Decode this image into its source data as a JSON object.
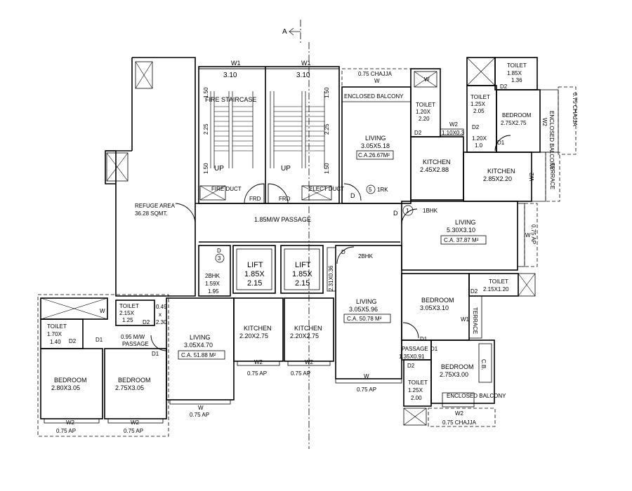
{
  "section_mark": "A",
  "fire_staircase": "FIRE STAIRCASE",
  "w1": "W1",
  "w": "W",
  "w2": "W2",
  "d": "D",
  "d1": "D1",
  "d2": "D2",
  "up": "UP",
  "frd": "FRD",
  "fire_duct": "FIRE DUCT",
  "elect_duct": "ELECT DUCT",
  "dim_310": "3.10",
  "dim_150": "1.50",
  "dim_225": "2.25",
  "chajja_top": "0.75  CHAJJA",
  "chajja_right": "0.75  CHAJJA",
  "chajja_bottom": "0.75  CHAJJA",
  "ap_075": "0.75  AP",
  "enclosed_balcony": "ENCLOSED BALCONY",
  "enclosed_balcony_short": "ENCLOSED BALCONY",
  "refuge_area": "REFUGE AREA",
  "refuge_area_size": "36.28  SQMT.",
  "passage_main": "1.85M/W  PASSAGE",
  "lift": "LIFT",
  "lift_size_1": "1.85X",
  "lift_size_2": "2.15",
  "shaft_dim": "2.31X0.36",
  "toilet": "TOILET",
  "living": "LIVING",
  "kitchen": "KITCHEN",
  "bedroom": "BEDROOM",
  "passage": "PASSAGE",
  "terrace": "TERRACE",
  "cb": "C.B.",
  "unit_1rk": "1RK",
  "unit_1bhk": "1BHK",
  "unit_2bhk": "2BHK",
  "circle_5": "5",
  "circle_1": "1",
  "circle_3": "3",
  "rooms": {
    "living_1rk": {
      "size": "3.05X5.18",
      "ca": "C.A.26.67M²"
    },
    "toilet_1rk": {
      "size1": "1.20X",
      "size2": "2.20"
    },
    "kitchen_1rk": {
      "size": "2.45X2.88"
    },
    "w2_small": "1.10X0.3",
    "toilet_tr1": {
      "size1": "1.85X",
      "size2": "1.36"
    },
    "toilet_tr2": {
      "size1": "1.25X",
      "size2": "2.05"
    },
    "bedroom_tr": {
      "size": "2.75X2.75"
    },
    "small_120": {
      "size1": "1.20X",
      "size2": "1.0"
    },
    "kitchen_1bhk": {
      "size": "2.85X2.20"
    },
    "living_1bhk": {
      "size": "5.30X3.10",
      "ca": "C.A. 37.87 M²"
    },
    "toilet_r": {
      "size": "2.15X1.20"
    },
    "bedroom_r": {
      "size": "3.05X3.10"
    },
    "living_2bhk_c": {
      "size": "3.05X5.96",
      "ca": "C.A. 50.78 M²"
    },
    "passage_r": {
      "size": "1.35X0.91"
    },
    "bedroom_br": {
      "size": "2.75X3.00"
    },
    "toilet_br": {
      "size1": "1.25X",
      "size2": "2.00"
    },
    "kitchen_c1": {
      "size": "2.20X2.75"
    },
    "kitchen_c2": {
      "size": "2.20X2.75"
    },
    "living_2bhk_l": {
      "size": "3.05X4.70",
      "ca": "C.A. 51.88 M²"
    },
    "twobhk_small": {
      "size1": "1.59X",
      "size2": "1.95"
    },
    "toilet_l1": {
      "size1": "2.15X",
      "size2": "1.25"
    },
    "toilet_l1_side": {
      "a": "0.49",
      "b": "x",
      "c": "2.30"
    },
    "toilet_l2": {
      "size1": "1.70X",
      "size2": "1.40"
    },
    "passage_l": {
      "size": "0.95  M/W"
    },
    "bedroom_l1": {
      "size": "2.80X3.05"
    },
    "bedroom_l2": {
      "size": "2.75X3.05"
    }
  }
}
